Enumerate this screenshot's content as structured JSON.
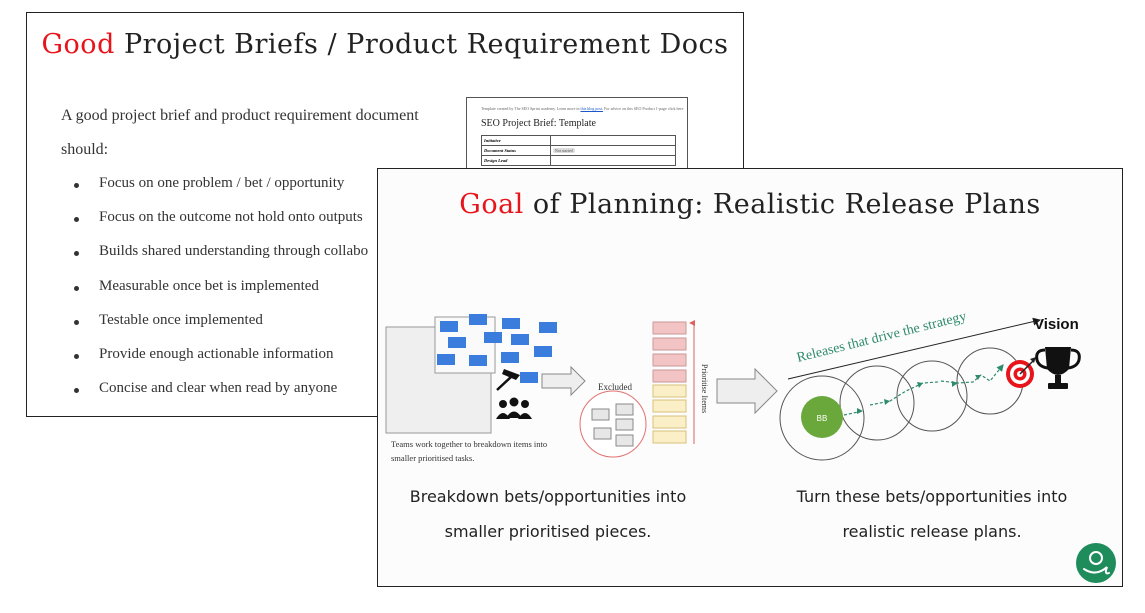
{
  "back_slide": {
    "title_accent": "Good",
    "title_rest": " Project Briefs / Product Requirement Docs",
    "intro": "A good project brief and product requirement document should:",
    "bullets": [
      "Focus on one problem / bet / opportunity",
      "Focus on the outcome not hold onto outputs",
      "Builds shared understanding through collabo",
      "Measurable once bet is implemented",
      "Testable once implemented",
      "Provide enough actionable information",
      "Concise and clear when read by anyone"
    ],
    "template_doc": {
      "note": "Template created by The SEO Sprint academy. Learn more in",
      "note_link": "this blog post.",
      "note_tail": "For advice on this SEO Product 1-page click here",
      "title": "SEO Project Brief: Template",
      "rows": [
        {
          "label": "Initiative",
          "value": ""
        },
        {
          "label": "Document Status",
          "value": "Not started"
        },
        {
          "label": "Design Lead",
          "value": ""
        }
      ]
    }
  },
  "front_slide": {
    "title_accent": "Goal",
    "title_rest": " of Planning: Realistic Release Plans",
    "left_note_line1": "Teams work together to breakdown items into",
    "left_note_line2": "smaller prioritised tasks.",
    "excluded_label": "Excluded",
    "prioritise_label": "Prioritise Items",
    "releases_label": "Releases that drive the strategy",
    "vision_label": "Vision",
    "bb_label": "BB",
    "caption_left_line1": "Breakdown bets/opportunities into",
    "caption_left_line2": "smaller prioritised pieces.",
    "caption_right_line1": "Turn these bets/opportunities into",
    "caption_right_line2": "realistic release plans."
  },
  "colors": {
    "accent_red": "#e8141b",
    "card_blue": "#3b7ddd",
    "bb_green": "#6aa83b",
    "arrow_green": "#2e8b6b",
    "logo_green": "#1f8c5c",
    "priority_red": "#f2c4c4",
    "priority_yellow": "#fbefc8"
  },
  "icons": [
    "hammer-icon",
    "team-icon",
    "target-icon",
    "trophy-icon",
    "logo-icon"
  ]
}
